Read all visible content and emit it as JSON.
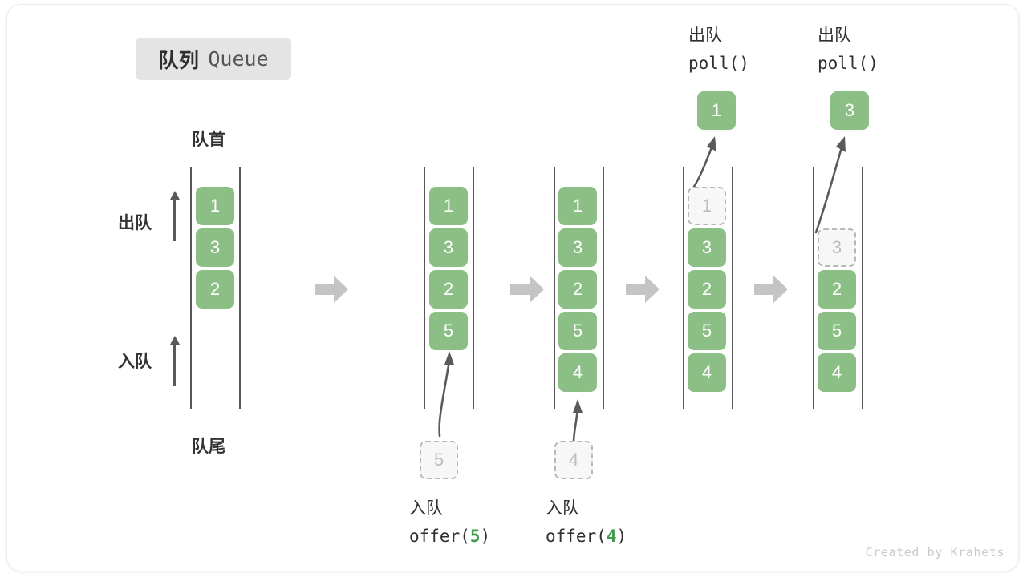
{
  "title": {
    "cn": "队列",
    "en": "Queue"
  },
  "labels": {
    "head": "队首",
    "tail": "队尾",
    "dequeue": "出队",
    "enqueue": "入队"
  },
  "watermark": "Created by Krahets",
  "colors": {
    "cell_green": "#8cbf85",
    "ghost_fill": "#f7f7f7",
    "ghost_border": "#b8b8b8",
    "rail": "#575757",
    "arrow": "#5a5a5a",
    "step_arrow": "#c4c4c4",
    "badge_bg": "#e4e4e4",
    "accent_green": "#3f9a4e",
    "text": "#333333"
  },
  "steps": [
    {
      "id": "initial",
      "cells": [
        "1",
        "3",
        "2"
      ],
      "ghost_index": null,
      "side_arrows": [
        "出队",
        "入队"
      ],
      "head_label": "队首",
      "tail_label": "队尾"
    },
    {
      "id": "offer-5",
      "cells": [
        "1",
        "3",
        "2",
        "5"
      ],
      "ghost_index": null,
      "incoming": {
        "value": "5",
        "label_cn": "入队",
        "code_prefix": "offer(",
        "code_arg": "5",
        "code_suffix": ")"
      }
    },
    {
      "id": "offer-4",
      "cells": [
        "1",
        "3",
        "2",
        "5",
        "4"
      ],
      "ghost_index": null,
      "incoming": {
        "value": "4",
        "label_cn": "入队",
        "code_prefix": "offer(",
        "code_arg": "4",
        "code_suffix": ")"
      }
    },
    {
      "id": "poll-1",
      "cells": [
        "1",
        "3",
        "2",
        "5",
        "4"
      ],
      "ghost_index": 0,
      "outgoing": {
        "value": "1",
        "label_cn": "出队",
        "code": "poll()"
      }
    },
    {
      "id": "poll-3",
      "cells": [
        "3",
        "2",
        "5",
        "4"
      ],
      "ghost_index": 0,
      "outgoing": {
        "value": "3",
        "label_cn": "出队",
        "code": "poll()"
      }
    }
  ],
  "transitions": [
    "step-arrow-1",
    "step-arrow-2",
    "step-arrow-3",
    "step-arrow-4"
  ]
}
